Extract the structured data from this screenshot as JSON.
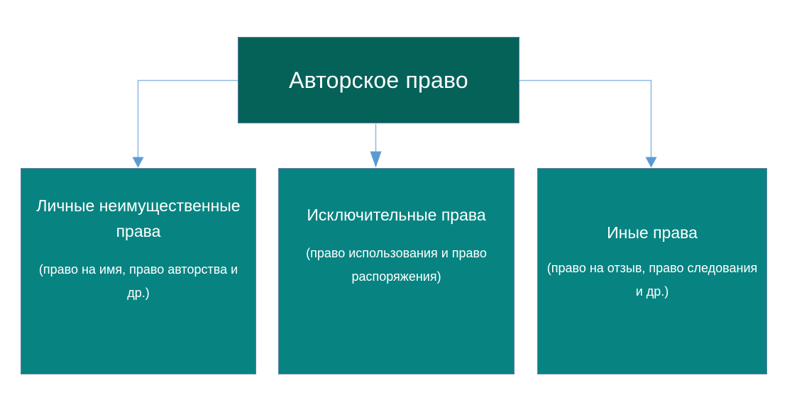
{
  "diagram": {
    "type": "hierarchy",
    "title": "Авторское право",
    "orientation": "top-down",
    "background_color": "#ffffff",
    "root": {
      "label": "Авторское право",
      "fill_color": "#056259",
      "border_color": "#5f7ca8",
      "text_color": "#ffffff"
    },
    "connector": {
      "line_color": "#8fbce8",
      "arrow_color": "#5b9bd5",
      "style": "elbow"
    },
    "children": [
      {
        "label": "Личные неимущественные права",
        "detail": "(право на имя, право авторства и др.)",
        "fill_color": "#078481",
        "border_color": "#5f7ca8",
        "text_color": "#ffffff"
      },
      {
        "label": "Исключительные права",
        "detail": "(право использования и право распоряжения)",
        "fill_color": "#078481",
        "border_color": "#5f7ca8",
        "text_color": "#ffffff"
      },
      {
        "label": "Иные права",
        "detail": "(право на отзыв, право следования и др.)",
        "fill_color": "#078481",
        "border_color": "#5f7ca8",
        "text_color": "#ffffff"
      }
    ]
  }
}
